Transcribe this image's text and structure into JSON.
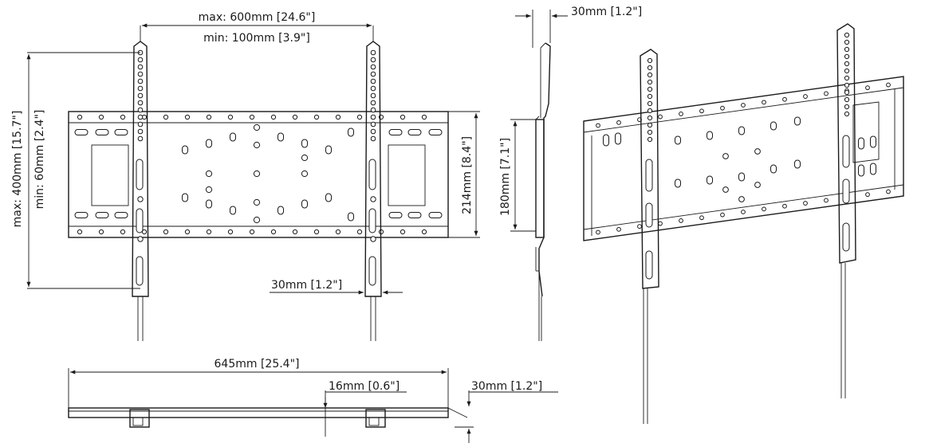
{
  "front_view": {
    "max_width": "max: 600mm  [24.6\"]",
    "min_width": "min: 100mm  [3.9\"]",
    "max_height": "max: 400mm  [15.7\"]",
    "min_height": "min: 60mm  [2.4\"]",
    "plate_height": "214mm  [8.4\"]",
    "arm_width": "30mm  [1.2\"]"
  },
  "side_view": {
    "depth": "30mm  [1.2\"]",
    "bracket_height": "180mm  [7.1\"]"
  },
  "bottom_view": {
    "total_width": "645mm  [25.4\"]",
    "offset": "16mm  [0.6\"]",
    "depth": "30mm  [1.2\"]"
  }
}
